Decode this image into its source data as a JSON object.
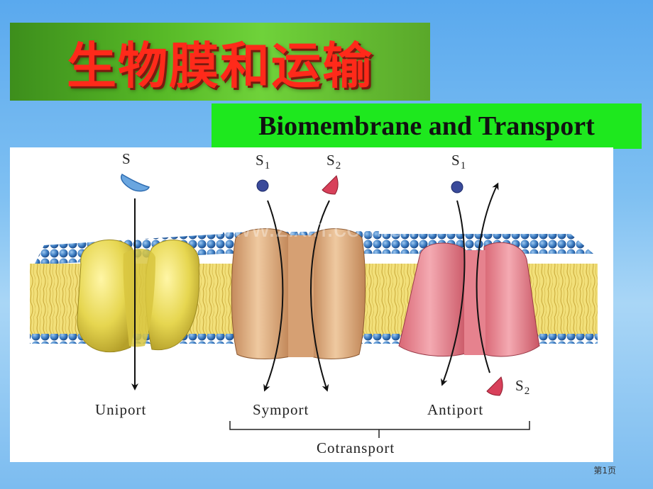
{
  "title": "生物膜和运输",
  "subtitle": "Biomembrane and Transport",
  "diagram": {
    "uniport": {
      "label": "Uniport",
      "substrate": "S"
    },
    "symport": {
      "label": "Symport",
      "substrate1": "S",
      "sub1": "1",
      "substrate2": "S",
      "sub2": "2"
    },
    "antiport": {
      "label": "Antiport",
      "substrate1": "S",
      "sub1": "1",
      "substrate2": "S",
      "sub2": "2"
    },
    "group_label": "Cotransport",
    "watermark": "www.zixin.com.cn"
  },
  "colors": {
    "title": "#ff2a1a",
    "title_bg": "#56b826",
    "subtitle_bg": "#1ee81e",
    "uniport_protein": "#e6d650",
    "symport_protein": "#d9aa80",
    "antiport_protein": "#e6828e",
    "lipid_head": "#3f7fc4",
    "lipid_tail": "#f2e07a"
  },
  "page_number": "第1页"
}
